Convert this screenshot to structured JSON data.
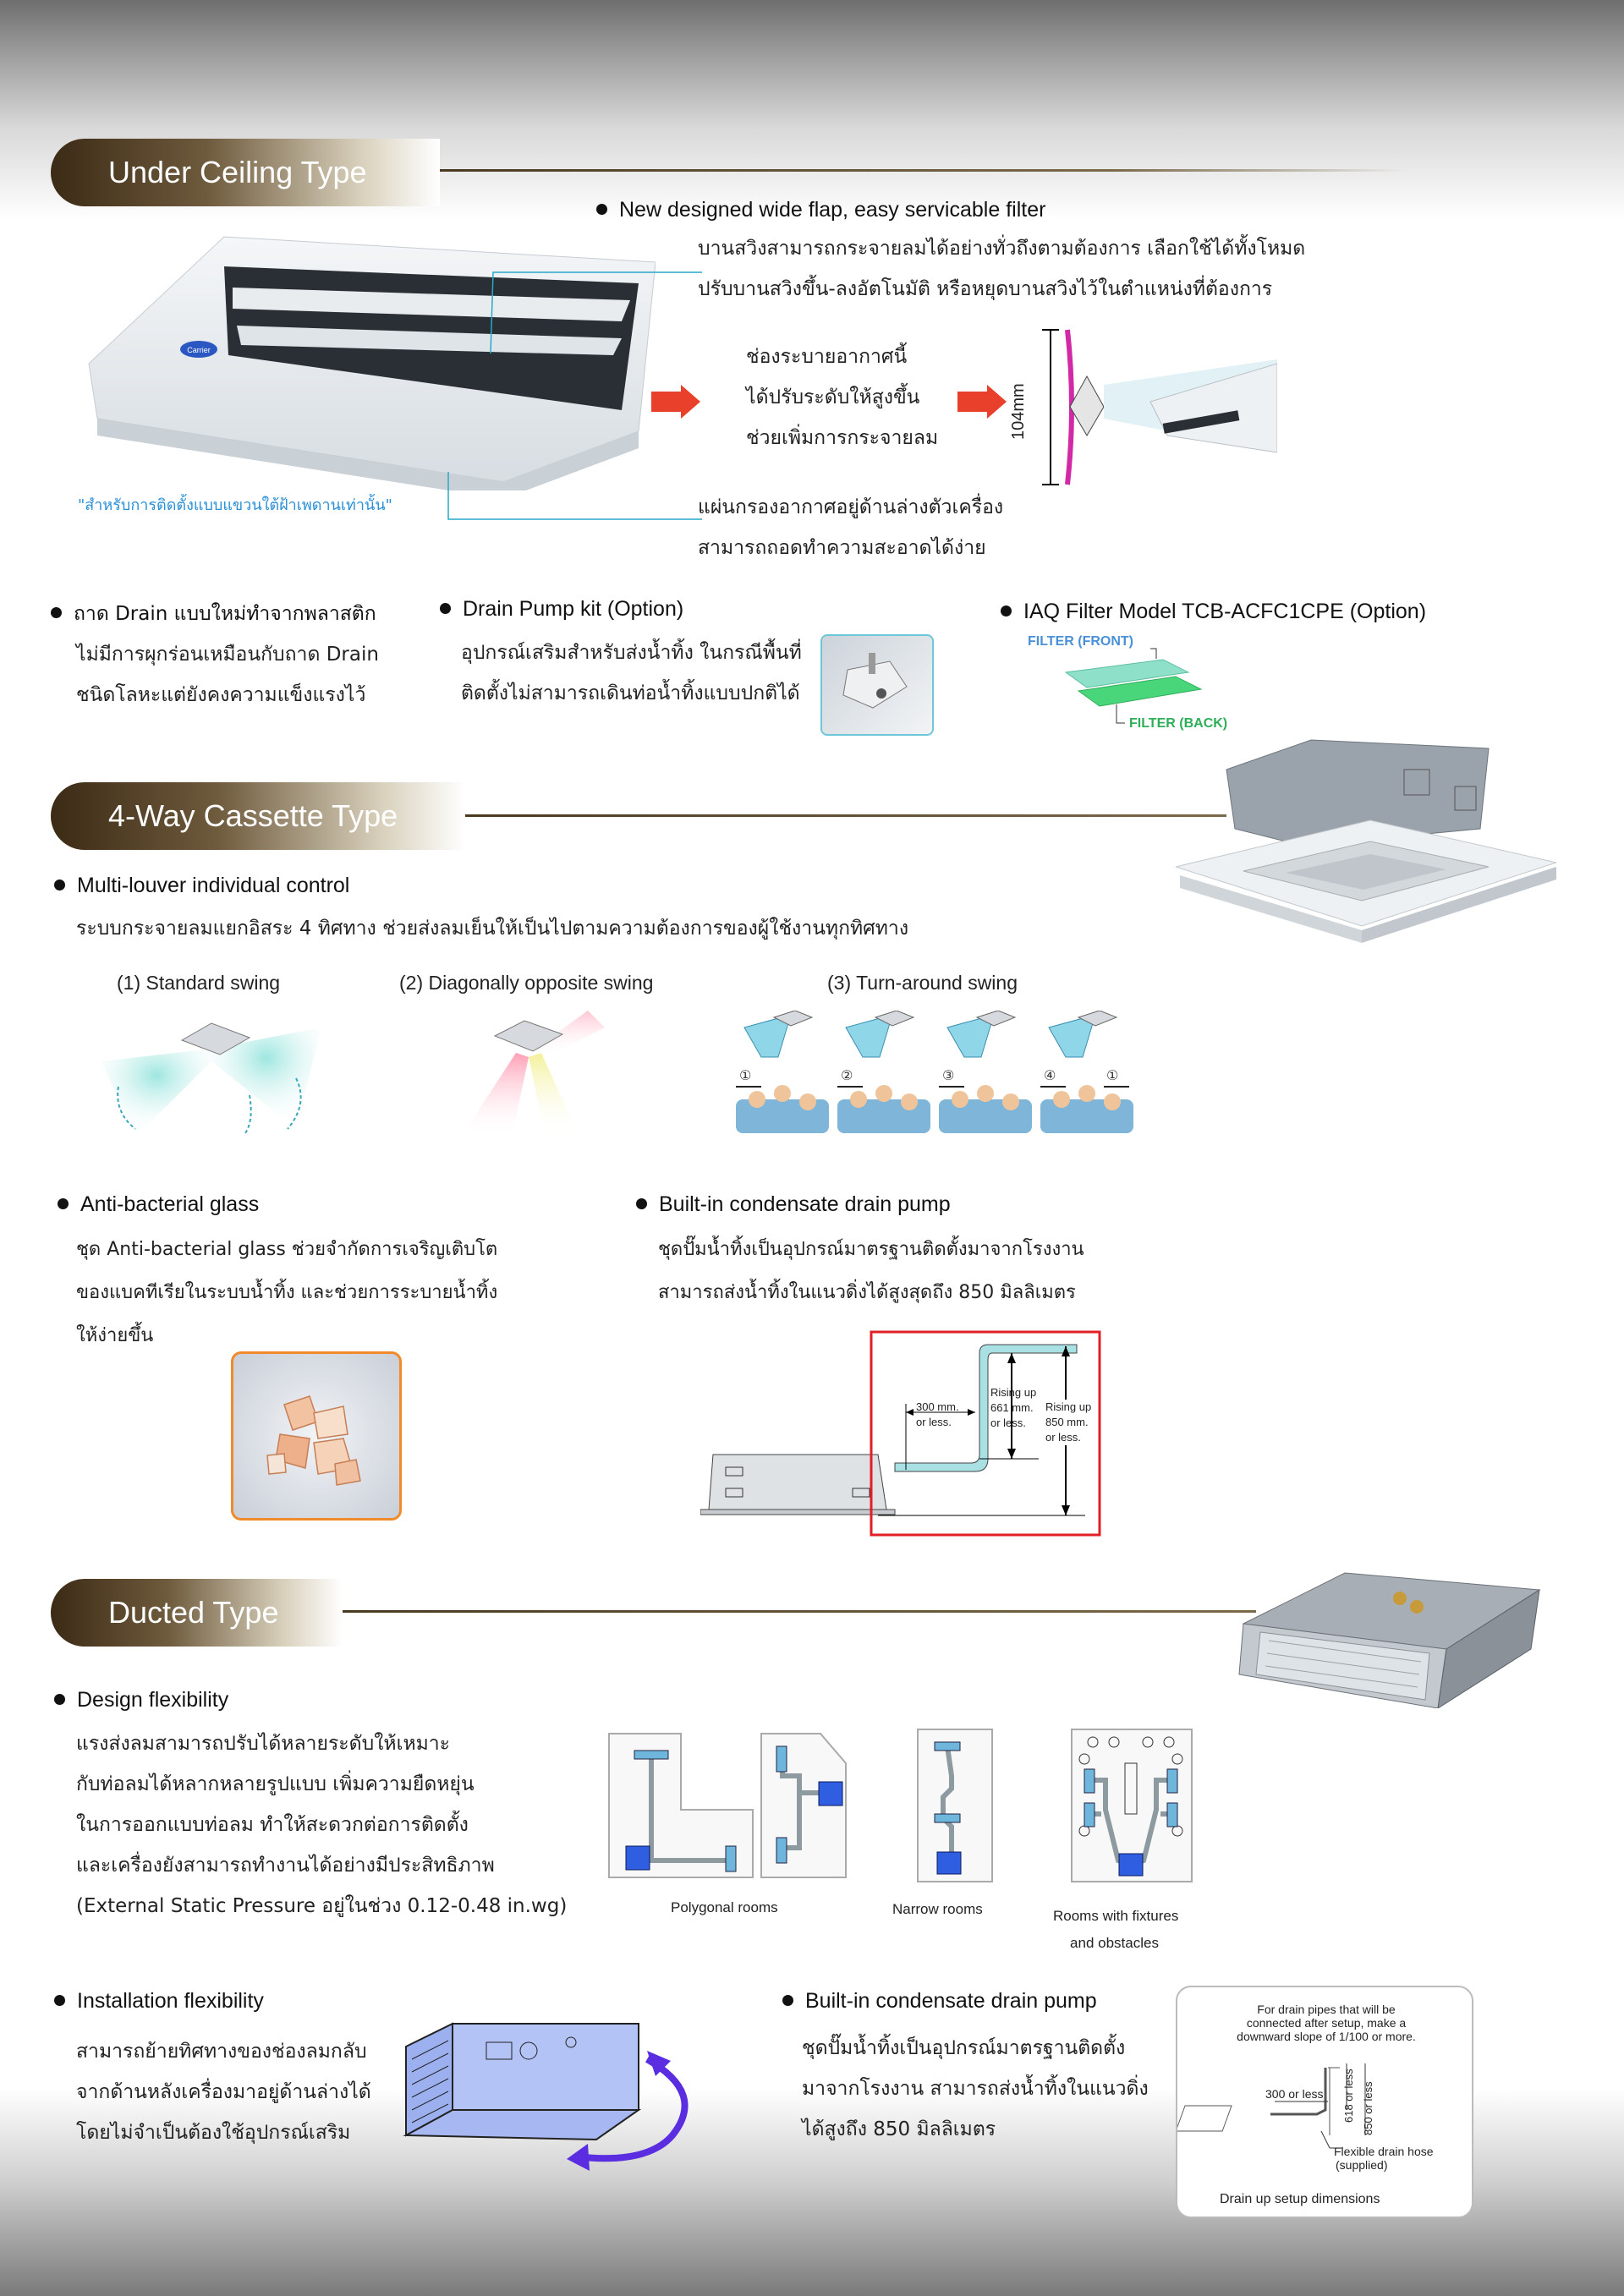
{
  "sections": {
    "under_ceiling": {
      "title": "Under Ceiling Type",
      "feature_main": {
        "heading": "New designed wide flap, easy servicable filter",
        "lines": [
          "บานสวิงสามารถกระจายลมได้อย่างทั่วถึงตามต้องการ เลือกใช้ได้ทั้งโหมด",
          "ปรับบานสวิงขึ้น-ลงอัตโนมัติ หรือหยุดบานสวิงไว้ในตำแหน่งที่ต้องการ"
        ]
      },
      "unit_logo": "Carrier",
      "vent_lines": [
        "ช่องระบายอากาศนี้",
        "ได้ปรับระดับให้สูงขึ้น",
        "ช่วยเพิ่มการกระจายลม"
      ],
      "dimension_label": "104mm",
      "install_note": "\"สำหรับการติดตั้งแบบแขวนใต้ฝ้าเพดานเท่านั้น\"",
      "filter_lines": [
        "แผ่นกรองอากาศอยู่ด้านล่างตัวเครื่อง",
        "สามารถถอดทำความสะอาดได้ง่าย"
      ],
      "drain_tray": {
        "heading": "ถาด Drain แบบใหม่ทำจากพลาสติก",
        "lines": [
          "ไม่มีการผุกร่อนเหมือนกับถาด Drain",
          "ชนิดโลหะแต่ยังคงความแข็งแรงไว้"
        ]
      },
      "drain_pump_kit": {
        "heading": "Drain Pump kit (Option)",
        "lines": [
          "อุปกรณ์เสริมสำหรับส่งน้ำทิ้ง ในกรณีพื้นที่",
          "ติดตั้งไม่สามารถเดินท่อน้ำทิ้งแบบปกติได้"
        ]
      },
      "iaq_filter": {
        "heading": "IAQ Filter Model TCB-ACFC1CPE (Option)",
        "front_label": "FILTER (FRONT)",
        "back_label": "FILTER (BACK)"
      }
    },
    "cassette": {
      "title": "4-Way Cassette Type",
      "multi_louver": {
        "heading": "Multi-louver individual control",
        "line": "ระบบกระจายลมแยกอิสระ 4 ทิศทาง ช่วยส่งลมเย็นให้เป็นไปตามความต้องการของผู้ใช้งานทุกทิศทาง"
      },
      "swings": [
        "(1) Standard swing",
        "(2) Diagonally opposite swing",
        "(3) Turn-around swing"
      ],
      "swing_steps": [
        "①",
        "②",
        "③",
        "④",
        "①"
      ],
      "anti_bacterial": {
        "heading": "Anti-bacterial glass",
        "lines": [
          "ชุด Anti-bacterial glass ช่วยจำกัดการเจริญเติบโต",
          "ของแบคทีเรียในระบบน้ำทิ้ง และช่วยการระบายน้ำทิ้ง",
          "ให้ง่ายขึ้น"
        ]
      },
      "drain_pump": {
        "heading": "Built-in condensate drain pump",
        "lines": [
          "ชุดปั๊มน้ำทิ้งเป็นอุปกรณ์มาตรฐานติดตั้งมาจากโรงงาน",
          "สามารถส่งน้ำทิ้งในแนวดิ่งได้สูงสุดถึง 850 มิลลิเมตร"
        ],
        "diagram": {
          "horizontal": [
            "300 mm.",
            "or less."
          ],
          "rise1": [
            "Rising up",
            "661 mm.",
            "or less."
          ],
          "rise2": [
            "Rising up",
            "850 mm.",
            "or less."
          ]
        }
      }
    },
    "ducted": {
      "title": "Ducted Type",
      "design": {
        "heading": "Design flexibility",
        "lines": [
          "แรงส่งลมสามารถปรับได้หลายระดับให้เหมาะ",
          "กับท่อลมได้หลากหลายรูปแบบ เพิ่มความยืดหยุ่น",
          "ในการออกแบบท่อลม ทำให้สะดวกต่อการติดตั้ง",
          "และเครื่องยังสามารถทำงานได้อย่างมีประสิทธิภาพ",
          "(External Static Pressure อยู่ในช่วง 0.12-0.48 in.wg)"
        ]
      },
      "rooms": [
        "Polygonal rooms",
        "Narrow rooms",
        "Rooms with fixtures",
        "and obstacles"
      ],
      "installation": {
        "heading": "Installation flexibility",
        "lines": [
          "สามารถย้ายทิศทางของช่องลมกลับ",
          "จากด้านหลังเครื่องมาอยู่ด้านล่างได้",
          "โดยไม่จำเป็นต้องใช้อุปกรณ์เสริม"
        ]
      },
      "drain_pump": {
        "heading": "Built-in condensate drain pump",
        "lines": [
          "ชุดปั๊มน้ำทิ้งเป็นอุปกรณ์มาตรฐานติดตั้ง",
          "มาจากโรงงาน สามารถส่งน้ำทิ้งในแนวดิ่ง",
          "ได้สูงถึง 850 มิลลิเมตร"
        ],
        "box": {
          "note": [
            "For drain pipes that will be",
            "connected after setup, make a",
            "downward slope of 1/100 or more."
          ],
          "horizontal": "300 or less",
          "v1": "618 or less",
          "v2": "850 or less",
          "hose": [
            "Flexible drain hose",
            "(supplied)"
          ],
          "caption": "Drain up setup dimensions"
        }
      }
    }
  }
}
